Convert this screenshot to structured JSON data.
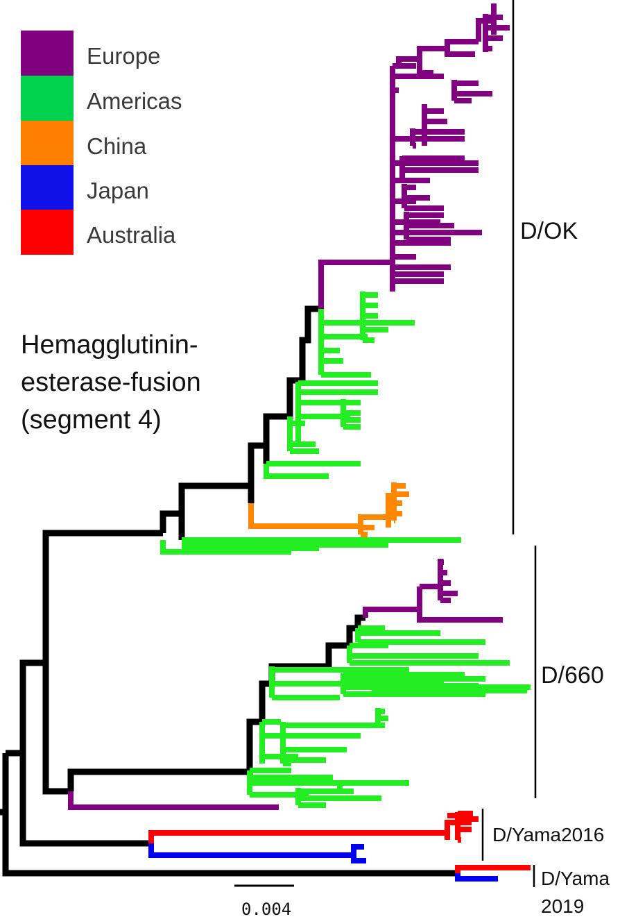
{
  "legend": [
    {
      "label": "Europe",
      "color": "#800080"
    },
    {
      "label": "Americas",
      "color": "#00d24c"
    },
    {
      "label": "China",
      "color": "#ff7f00"
    },
    {
      "label": "Japan",
      "color": "#1010e8"
    },
    {
      "label": "Australia",
      "color": "#ff0000"
    }
  ],
  "title": {
    "line1": "Hemagglutinin-",
    "line2": "esterase-fusion",
    "line3": "(segment 4)"
  },
  "clades": {
    "ok": "D/OK",
    "d660": "D/660",
    "yama2016": "D/Yama2016",
    "yama2019_line1": "D/Yama",
    "yama2019_line2": "2019"
  },
  "scale_bar": {
    "label": "0.004"
  },
  "colors": {
    "backbone": "#000000",
    "europe": "#800080",
    "americas": "#22ee22",
    "china": "#ff8800",
    "japan": "#0000ee",
    "australia": "#ff0000"
  }
}
